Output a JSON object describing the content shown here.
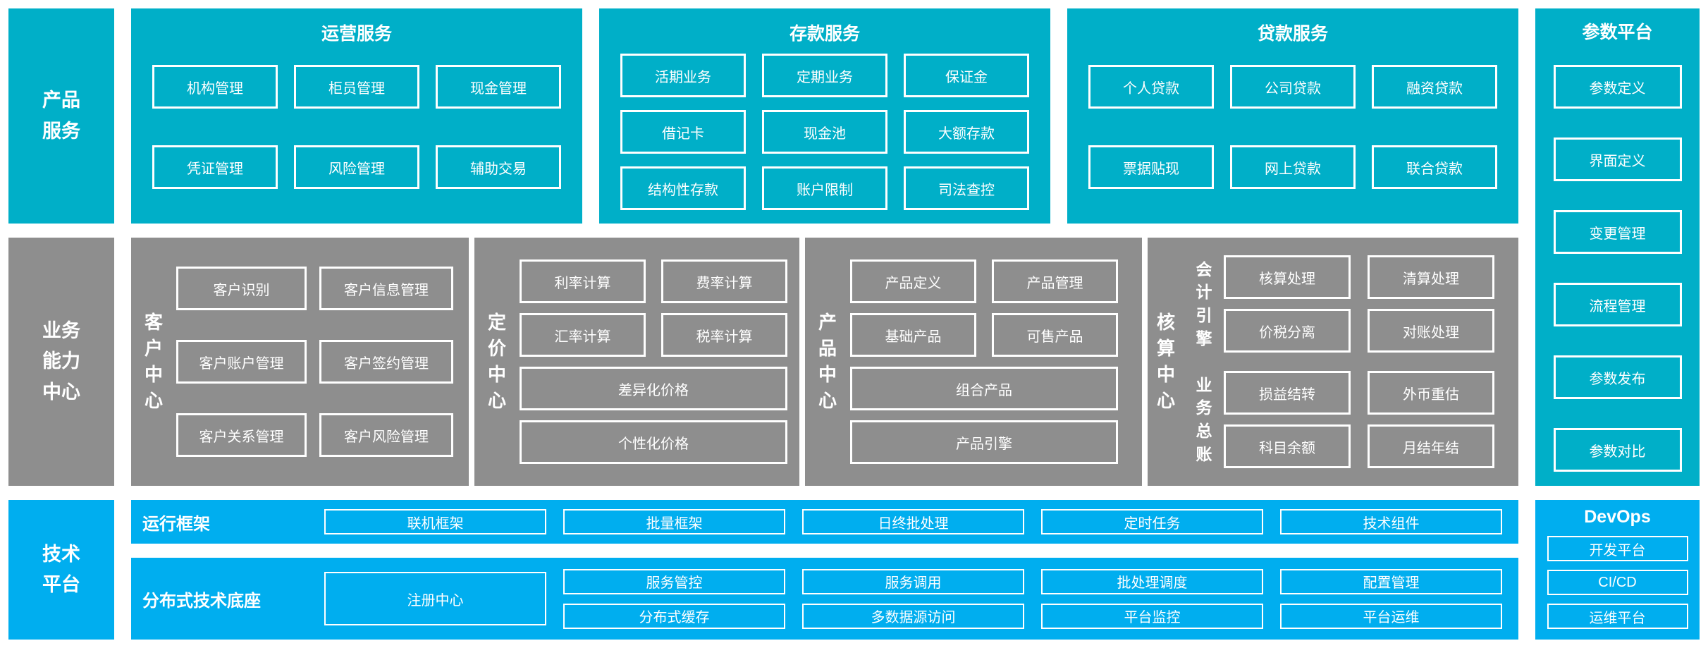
{
  "colors": {
    "teal": "#00afc8",
    "gray": "#8e8e8e",
    "blue": "#00aeef"
  },
  "left_labels": {
    "product": "产品\n服务",
    "business": "业务\n能力\n中心",
    "tech": "技术\n平台"
  },
  "operations": {
    "title": "运营服务",
    "items": [
      "机构管理",
      "柜员管理",
      "现金管理",
      "凭证管理",
      "风险管理",
      "辅助交易"
    ]
  },
  "deposit": {
    "title": "存款服务",
    "items": [
      "活期业务",
      "定期业务",
      "保证金",
      "借记卡",
      "现金池",
      "大额存款",
      "结构性存款",
      "账户限制",
      "司法查控"
    ]
  },
  "loan": {
    "title": "贷款服务",
    "items": [
      "个人贷款",
      "公司贷款",
      "融资贷款",
      "票据贴现",
      "网上贷款",
      "联合贷款"
    ]
  },
  "param_platform": {
    "title": "参数平台",
    "items": [
      "参数定义",
      "界面定义",
      "变更管理",
      "流程管理",
      "参数发布",
      "参数对比"
    ]
  },
  "customer_center": {
    "label": "客户中心",
    "items": [
      "客户识别",
      "客户信息管理",
      "客户账户管理",
      "客户签约管理",
      "客户关系管理",
      "客户风险管理"
    ]
  },
  "pricing_center": {
    "label": "定价中心",
    "items": [
      "利率计算",
      "费率计算",
      "汇率计算",
      "税率计算"
    ],
    "wide_items": [
      "差异化价格",
      "个性化价格"
    ]
  },
  "product_center": {
    "label": "产品中心",
    "items": [
      "产品定义",
      "产品管理",
      "基础产品",
      "可售产品"
    ],
    "wide_items": [
      "组合产品",
      "产品引擎"
    ]
  },
  "accounting_center": {
    "label": "核算中心",
    "groups": [
      {
        "label": "会计引擎",
        "items": [
          "核算处理",
          "清算处理",
          "价税分离",
          "对账处理"
        ]
      },
      {
        "label": "业务总账",
        "items": [
          "损益结转",
          "外币重估",
          "科目余额",
          "月结年结"
        ]
      }
    ]
  },
  "runtime": {
    "label": "运行框架",
    "items": [
      "联机框架",
      "批量框架",
      "日终批处理",
      "定时任务",
      "技术组件"
    ]
  },
  "distributed": {
    "label": "分布式技术底座",
    "registry": "注册中心",
    "row1": [
      "服务管控",
      "服务调用",
      "批处理调度",
      "配置管理"
    ],
    "row2": [
      "分布式缓存",
      "多数据源访问",
      "平台监控",
      "平台运维"
    ]
  },
  "devops": {
    "title": "DevOps",
    "items": [
      "开发平台",
      "CI/CD",
      "运维平台"
    ]
  }
}
